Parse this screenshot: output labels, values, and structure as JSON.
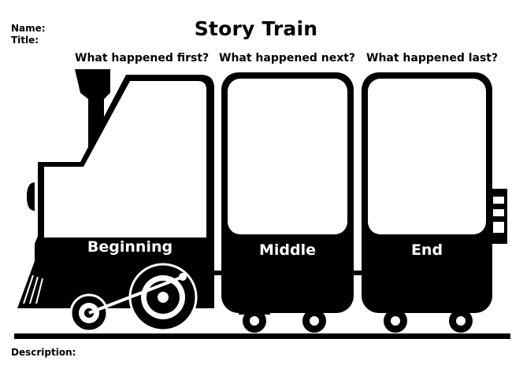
{
  "worksheet": {
    "title": "Story Train",
    "name_label": "Name:",
    "title_label": "Title:",
    "description_label": "Description:"
  },
  "prompts": {
    "first": "What happened first?",
    "next": "What happened next?",
    "last": "What happened last?"
  },
  "cars": {
    "beginning": "Beginning",
    "middle": "Middle",
    "end": "End"
  },
  "colors": {
    "ink": "#000000",
    "paper": "#ffffff"
  }
}
